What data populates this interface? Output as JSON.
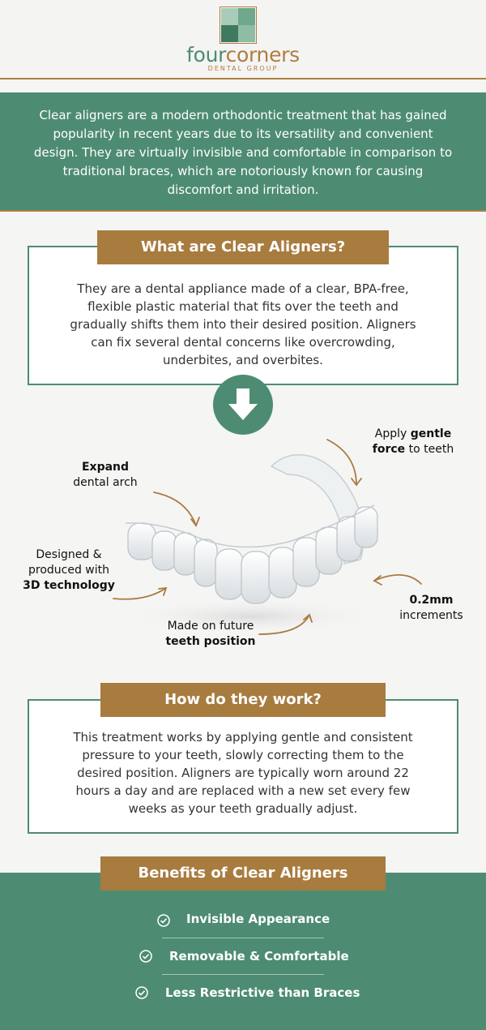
{
  "brand": {
    "name_part1": "four",
    "name_part2": "corners",
    "subtitle": "DENTAL GROUP",
    "colors": {
      "green": "#4d8c72",
      "gold": "#b07d3f"
    }
  },
  "intro": {
    "text": "Clear aligners are a modern orthodontic treatment that has gained popularity in recent years due to its versatility and convenient design. They are virtually invisible and comfortable in comparison to traditional braces, which are notoriously known for causing discomfort and irritation."
  },
  "what": {
    "heading": "What are Clear Aligners?",
    "text": "They are a dental appliance made of a clear, BPA-free, flexible plastic material that fits over the teeth and gradually shifts them into their desired position. Aligners can fix several dental concerns like overcrowding, underbites, and overbites."
  },
  "diagram": {
    "expand_bold": "Expand",
    "expand_rest": "dental arch",
    "apply_pre": "Apply ",
    "apply_bold1": "gentle",
    "apply_bold2": "force",
    "apply_rest": " to teeth",
    "designed_line1": "Designed &",
    "designed_line2": "produced with",
    "designed_bold": "3D technology",
    "made_line1": "Made on future",
    "made_bold": "teeth position",
    "increment_bold": "0.2mm",
    "increment_rest": "increments",
    "icon": "arrow-down-icon"
  },
  "how": {
    "heading": "How do they work?",
    "text": "This treatment works by applying gentle and consistent pressure to your teeth, slowly correcting them to the desired position. Aligners are typically worn around 22 hours a day and are replaced with a new set every few weeks as your teeth gradually adjust."
  },
  "benefits": {
    "heading": "Benefits of Clear Aligners",
    "items": [
      {
        "label": "Invisible Appearance",
        "icon": "check-circle-icon"
      },
      {
        "label": "Removable & Comfortable",
        "icon": "check-circle-icon"
      },
      {
        "label": "Less Restrictive than Braces",
        "icon": "check-circle-icon"
      }
    ]
  }
}
